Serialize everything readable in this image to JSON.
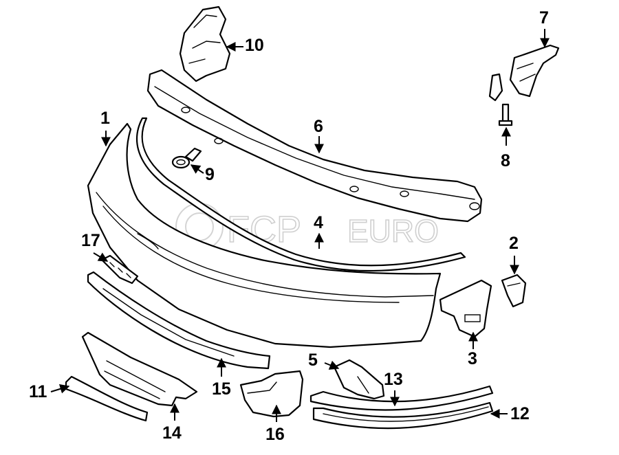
{
  "callouts": {
    "c1": "1",
    "c2": "2",
    "c3": "3",
    "c4": "4",
    "c5": "5",
    "c6": "6",
    "c7": "7",
    "c8": "8",
    "c9": "9",
    "c10": "10",
    "c11": "11",
    "c12": "12",
    "c13": "13",
    "c14": "14",
    "c15": "15",
    "c16": "16",
    "c17": "17"
  },
  "watermark": {
    "brand": "FCP",
    "suffix": "EURO"
  },
  "colors": {
    "line": "#000000",
    "background": "#ffffff",
    "watermark": "#cfcfcf"
  }
}
